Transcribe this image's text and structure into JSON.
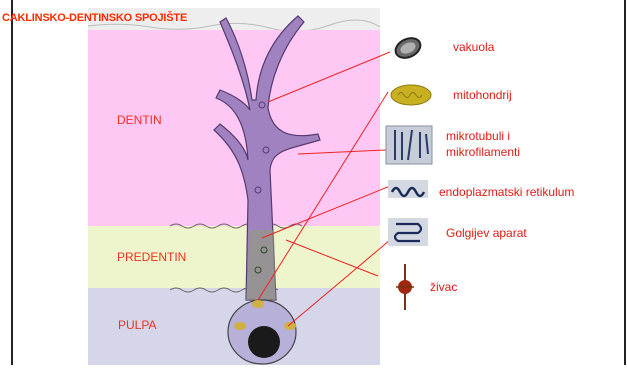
{
  "title": "CAKLINSKO-DENTINSKO SPOJIŠTE",
  "zones": {
    "dentin": "DENTIN",
    "predentin": "PREDENTIN",
    "pulpa": "PULPA"
  },
  "legend": [
    {
      "icon": "vacuole-icon",
      "label": "vakuola"
    },
    {
      "icon": "mitochondria-icon",
      "label": "mitohondrij"
    },
    {
      "icon": "microtubules-icon",
      "label_line1": "mikrotubuli i",
      "label_line2": "mikrofilamenti"
    },
    {
      "icon": "endoplasmic-reticulum-icon",
      "label": "endoplazmatski retikulum"
    },
    {
      "icon": "golgi-icon",
      "label": "Golgijev aparat"
    },
    {
      "icon": "nerve-icon",
      "label": "živac"
    }
  ],
  "colors": {
    "dentin": "#ffc8f4",
    "predentin": "#eef4cc",
    "pulpa": "#d6d6ea",
    "enamel_band": "#eeeeee",
    "process": "#a082c0",
    "process_outline": "#553a70",
    "label_red": "#e01a14",
    "arrow_red": "#ee2222"
  }
}
